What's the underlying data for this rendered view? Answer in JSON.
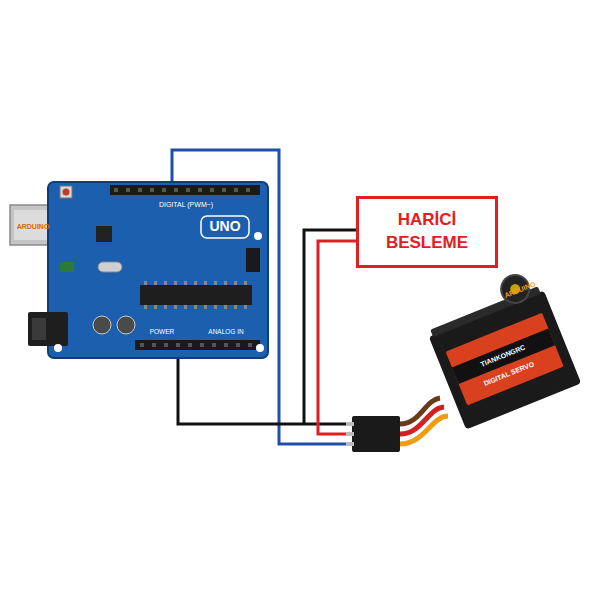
{
  "diagram": {
    "nodes": [
      {
        "text": [
          "HARİCİ BESLEME"
        ]
      }
    ],
    "labels": [
      "DIGITAL (PWM~)",
      "UNO",
      "POWER",
      "ANALOG IN",
      "ARDUINO",
      "ARDUINO",
      "TIANKONGRC",
      "DIGITAL SERVO"
    ]
  }
}
